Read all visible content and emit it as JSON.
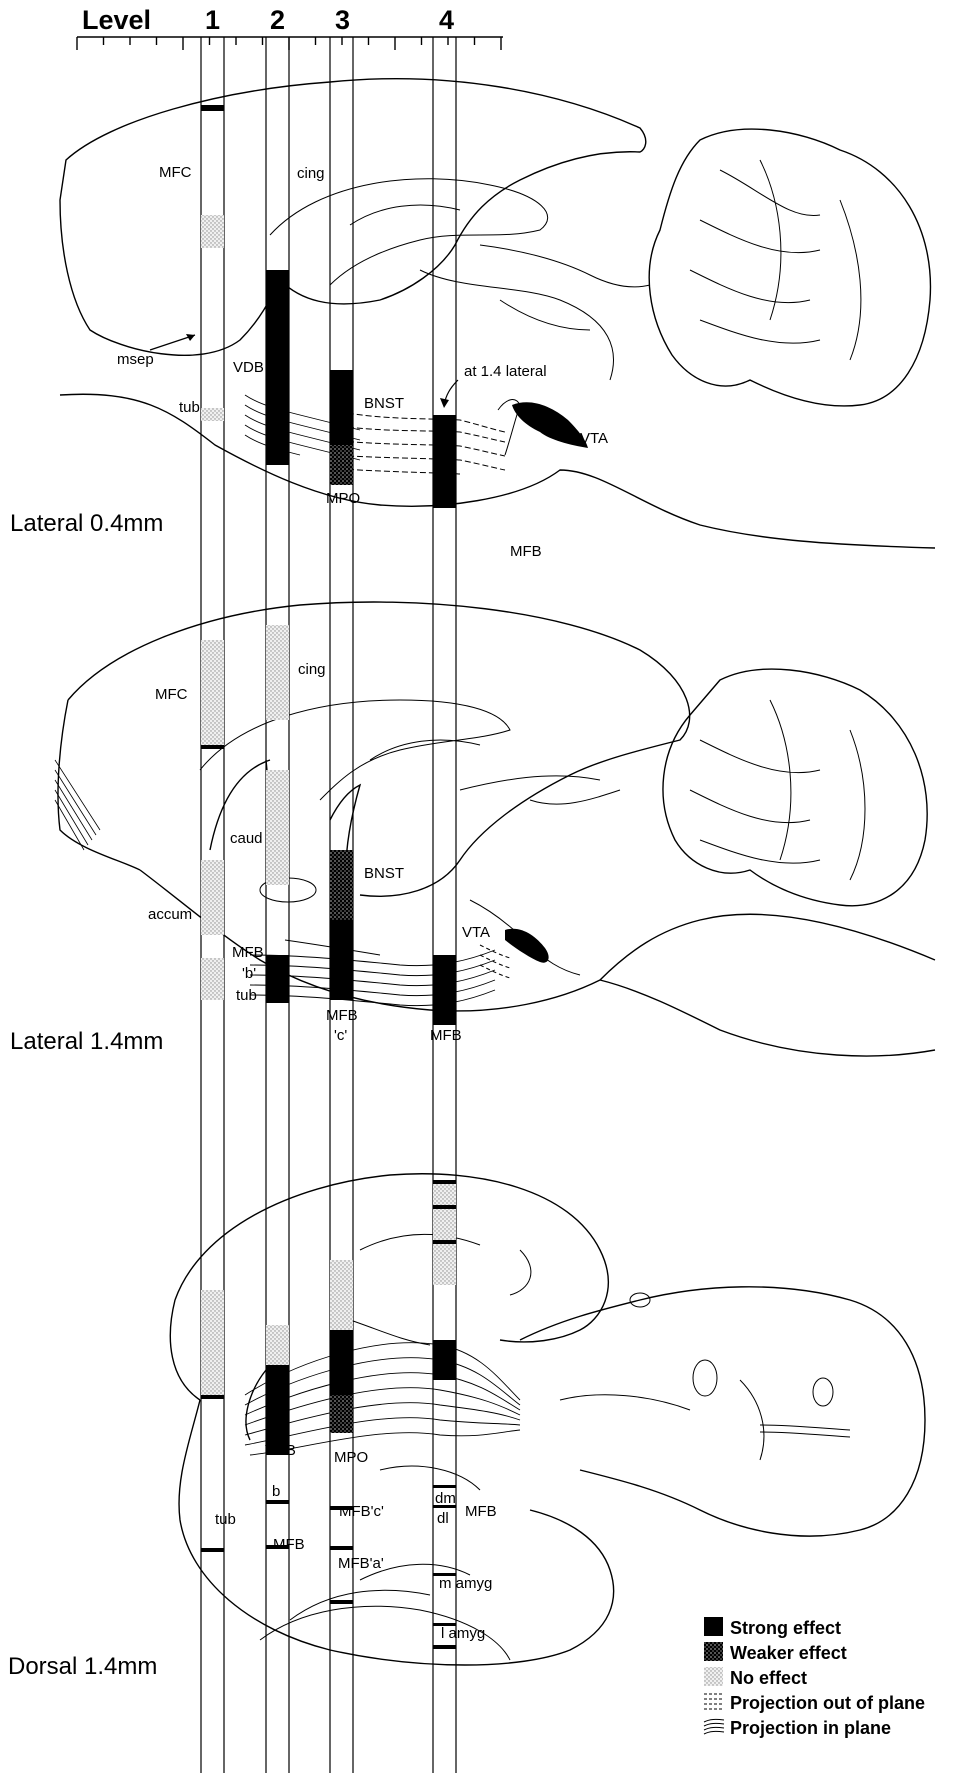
{
  "header": {
    "level_label": "Level",
    "levels": [
      "1",
      "2",
      "3",
      "4"
    ]
  },
  "sections": [
    {
      "title": "Lateral 0.4mm",
      "labels": {
        "mfc": "MFC",
        "cing": "cing",
        "msep": "msep",
        "vdb": "VDB",
        "tub": "tub",
        "bnst": "BNST",
        "mpo": "MPO",
        "at_lateral": "at 1.4 lateral",
        "vta": "VTA",
        "mfb": "MFB"
      }
    },
    {
      "title": "Lateral 1.4mm",
      "labels": {
        "mfc": "MFC",
        "cing": "cing",
        "caud": "caud",
        "bnst": "BNST",
        "accum": "accum",
        "mfb_b": "MFB",
        "b_quote": "'b'",
        "tub": "tub",
        "vta": "VTA",
        "mfb_c": "MFB",
        "c_quote": "'c'",
        "mfb": "MFB"
      }
    },
    {
      "title": "Dorsal 1.4mm",
      "labels": {
        "vdb": "VDB",
        "mpo": "MPO",
        "b": "b",
        "tub": "tub",
        "mfb_c": "MFB'c'",
        "dm": "dm",
        "dl": "dl",
        "mfb_right": "MFB",
        "mfb_left": "MFB",
        "mfb_a": "MFB'a'",
        "m_amyg": "m amyg",
        "l_amyg": "l amyg"
      }
    }
  ],
  "legend": [
    {
      "label": "Strong effect",
      "swatch": "strong"
    },
    {
      "label": "Weaker effect",
      "swatch": "weaker"
    },
    {
      "label": "No effect",
      "swatch": "none"
    },
    {
      "label": "Projection out of plane",
      "swatch": "dashed"
    },
    {
      "label": "Projection in plane",
      "swatch": "lines"
    }
  ],
  "colors": {
    "ink": "#000000",
    "paper": "#ffffff",
    "no_effect": "#d4d4d4",
    "weaker": "#555555"
  }
}
